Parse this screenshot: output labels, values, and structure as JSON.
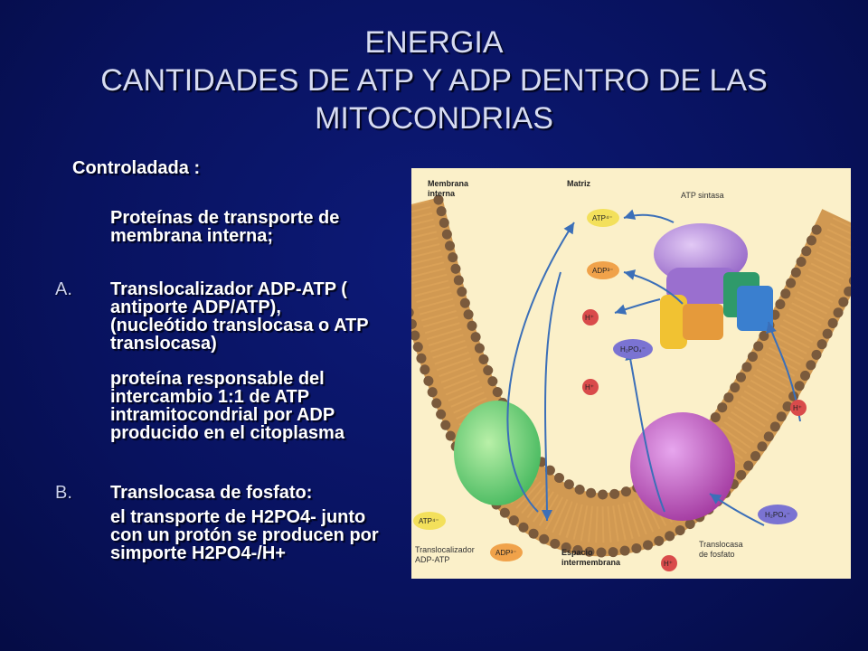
{
  "slide": {
    "title_line1": "ENERGIA",
    "title_line2": "CANTIDADES DE ATP Y ADP DENTRO DE LAS",
    "title_line3": "MITOCONDRIAS",
    "intro": "Controladada :",
    "subintro_line1": "Proteínas de transporte de",
    "subintro_line2": "membrana interna;",
    "item_a": {
      "marker": "A.",
      "lines": [
        "Translocalizador ADP-ATP (",
        "antiporte ADP/ATP),",
        "(nucleótido translocasa o ATP",
        "translocasa)"
      ],
      "detail": [
        "proteína responsable del",
        "intercambio 1:1 de ATP",
        "intramitocondrial por ADP",
        "producido en el citoplasma"
      ]
    },
    "item_b": {
      "marker": "B.",
      "lines": [
        "Translocasa de fosfato:"
      ],
      "detail": [
        "el transporte de H2PO4-  junto",
        "con un protón se producen por",
        "simporte H2PO4-/H+"
      ]
    }
  },
  "figure": {
    "label_membrana_1": "Membrana",
    "label_membrana_2": "interna",
    "label_matriz": "Matriz",
    "label_atp_sintasa": "ATP sintasa",
    "label_translocalizador_1": "Translocalizador",
    "label_translocalizador_2": "ADP-ATP",
    "label_espacio_1": "Espacio",
    "label_espacio_2": "intermembrana",
    "label_translocasa_1": "Translocasa",
    "label_translocasa_2": "de fosfato",
    "chips": {
      "atp": "ATP⁴⁻",
      "adp": "ADP³⁻",
      "h": "H⁺",
      "h2po4": "H₂PO₄⁻"
    },
    "colors": {
      "background": "#fbf0c9",
      "membrane_head": "#7a5a3c",
      "membrane_core": "#c98a3d",
      "atp_synthase": "#b48ad8",
      "translocator": "#6fd07a",
      "phosphate_translocase": "#c15bc9",
      "arrow": "#3b6fb8"
    }
  }
}
